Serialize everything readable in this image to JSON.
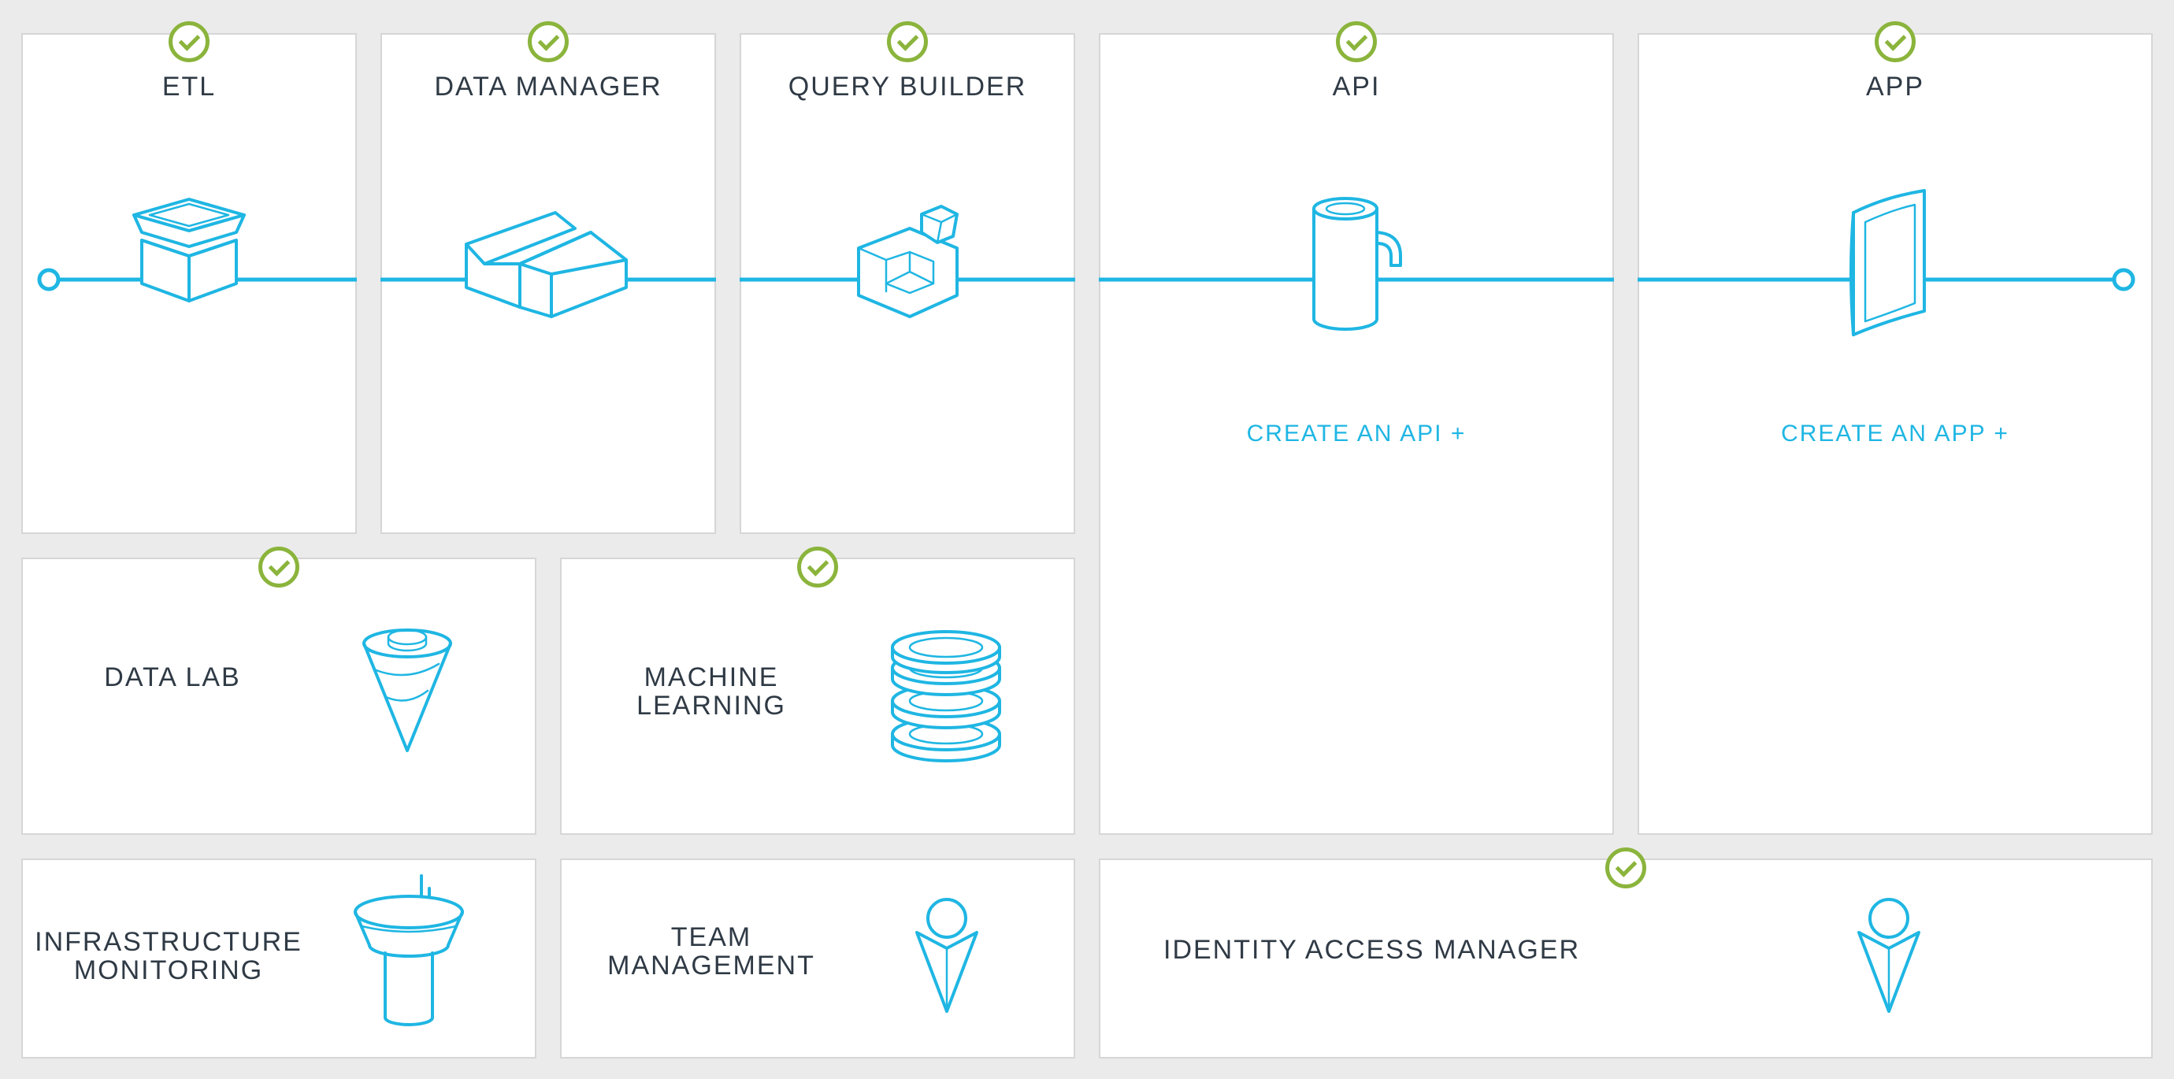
{
  "cards": {
    "etl": {
      "title": "ETL"
    },
    "data_manager": {
      "title": "DATA MANAGER"
    },
    "query_builder": {
      "title": "QUERY BUILDER"
    },
    "api": {
      "title": "API",
      "cta": "CREATE AN API  +"
    },
    "app": {
      "title": "APP",
      "cta": "CREATE AN APP  +"
    },
    "data_lab": {
      "title": "DATA LAB"
    },
    "machine_learning": {
      "title": "MACHINE\nLEARNING"
    },
    "infrastructure": {
      "title": "INFRASTRUCTURE\nMONITORING"
    },
    "team": {
      "title": "TEAM\nMANAGEMENT"
    },
    "identity": {
      "title": "IDENTITY ACCESS MANAGER"
    }
  },
  "colors": {
    "accent": "#1fb6e3",
    "check": "#8bb43c",
    "text": "#2f3a45",
    "background": "#ebebeb"
  },
  "icons": {
    "completed": "check-circle-icon",
    "etl": "funnel-box-icon",
    "data_manager": "warehouse-icon",
    "query_builder": "cube-icon",
    "api": "faucet-icon",
    "app": "portal-icon",
    "data_lab": "cone-icon",
    "machine_learning": "disk-stack-icon",
    "infrastructure": "control-tower-icon",
    "team": "person-icon",
    "identity": "person-icon"
  }
}
